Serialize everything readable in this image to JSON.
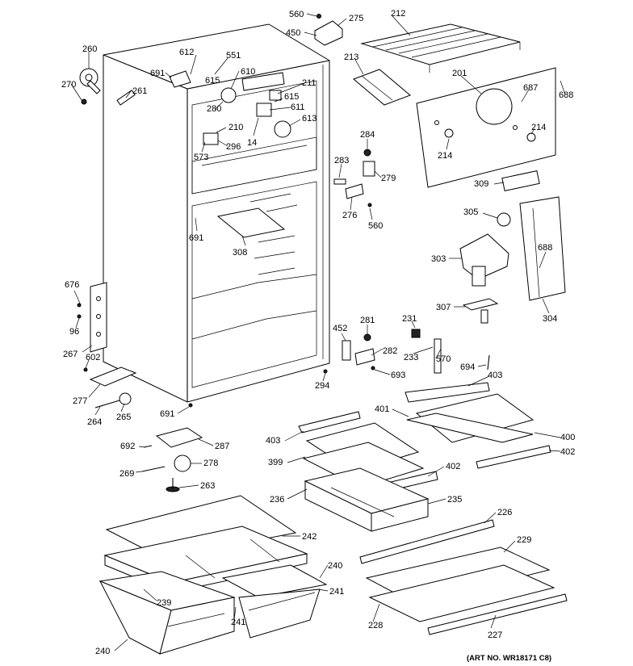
{
  "art_note": "(ART NO. WR18171 C8)",
  "parts": [
    {
      "id": "l560a",
      "text": "560"
    },
    {
      "id": "l275",
      "text": "275"
    },
    {
      "id": "l212",
      "text": "212"
    },
    {
      "id": "l450",
      "text": "450"
    },
    {
      "id": "l260",
      "text": "260"
    },
    {
      "id": "l270",
      "text": "270"
    },
    {
      "id": "l612",
      "text": "612"
    },
    {
      "id": "l691a",
      "text": "691"
    },
    {
      "id": "l551",
      "text": "551"
    },
    {
      "id": "l615a",
      "text": "615"
    },
    {
      "id": "l610",
      "text": "610"
    },
    {
      "id": "l261",
      "text": "261"
    },
    {
      "id": "l211",
      "text": "211"
    },
    {
      "id": "l615b",
      "text": "615"
    },
    {
      "id": "l280",
      "text": "280"
    },
    {
      "id": "l611",
      "text": "611"
    },
    {
      "id": "l213",
      "text": "213"
    },
    {
      "id": "l201",
      "text": "201"
    },
    {
      "id": "l687",
      "text": "687"
    },
    {
      "id": "l688a",
      "text": "688"
    },
    {
      "id": "l210",
      "text": "210"
    },
    {
      "id": "l613",
      "text": "613"
    },
    {
      "id": "l296",
      "text": "296"
    },
    {
      "id": "l14",
      "text": "14"
    },
    {
      "id": "l573",
      "text": "573"
    },
    {
      "id": "l284",
      "text": "284"
    },
    {
      "id": "l214a",
      "text": "214"
    },
    {
      "id": "l214b",
      "text": "214"
    },
    {
      "id": "l283",
      "text": "283"
    },
    {
      "id": "l279",
      "text": "279"
    },
    {
      "id": "l309",
      "text": "309"
    },
    {
      "id": "l276",
      "text": "276"
    },
    {
      "id": "l560b",
      "text": "560"
    },
    {
      "id": "l305",
      "text": "305"
    },
    {
      "id": "l691b",
      "text": "691"
    },
    {
      "id": "l308",
      "text": "308"
    },
    {
      "id": "l303",
      "text": "303"
    },
    {
      "id": "l688b",
      "text": "688"
    },
    {
      "id": "l676",
      "text": "676"
    },
    {
      "id": "l307",
      "text": "307"
    },
    {
      "id": "l304",
      "text": "304"
    },
    {
      "id": "l96",
      "text": "96"
    },
    {
      "id": "l281",
      "text": "281"
    },
    {
      "id": "l231",
      "text": "231"
    },
    {
      "id": "l452",
      "text": "452"
    },
    {
      "id": "l282",
      "text": "282"
    },
    {
      "id": "l233",
      "text": "233"
    },
    {
      "id": "l570",
      "text": "570"
    },
    {
      "id": "l267",
      "text": "267"
    },
    {
      "id": "l602",
      "text": "602"
    },
    {
      "id": "l694",
      "text": "694"
    },
    {
      "id": "l693",
      "text": "693"
    },
    {
      "id": "l294",
      "text": "294"
    },
    {
      "id": "l403a",
      "text": "403"
    },
    {
      "id": "l277",
      "text": "277"
    },
    {
      "id": "l264",
      "text": "264"
    },
    {
      "id": "l265",
      "text": "265"
    },
    {
      "id": "l691c",
      "text": "691"
    },
    {
      "id": "l401",
      "text": "401"
    },
    {
      "id": "l403b",
      "text": "403"
    },
    {
      "id": "l400",
      "text": "400"
    },
    {
      "id": "l692",
      "text": "692"
    },
    {
      "id": "l287",
      "text": "287"
    },
    {
      "id": "l402a",
      "text": "402"
    },
    {
      "id": "l399",
      "text": "399"
    },
    {
      "id": "l402b",
      "text": "402"
    },
    {
      "id": "l269",
      "text": "269"
    },
    {
      "id": "l278",
      "text": "278"
    },
    {
      "id": "l263",
      "text": "263"
    },
    {
      "id": "l236",
      "text": "236"
    },
    {
      "id": "l235",
      "text": "235"
    },
    {
      "id": "l226",
      "text": "226"
    },
    {
      "id": "l242",
      "text": "242"
    },
    {
      "id": "l229",
      "text": "229"
    },
    {
      "id": "l240a",
      "text": "240"
    },
    {
      "id": "l241a",
      "text": "241"
    },
    {
      "id": "l239",
      "text": "239"
    },
    {
      "id": "l241b",
      "text": "241"
    },
    {
      "id": "l228",
      "text": "228"
    },
    {
      "id": "l227",
      "text": "227"
    },
    {
      "id": "l240b",
      "text": "240"
    }
  ]
}
